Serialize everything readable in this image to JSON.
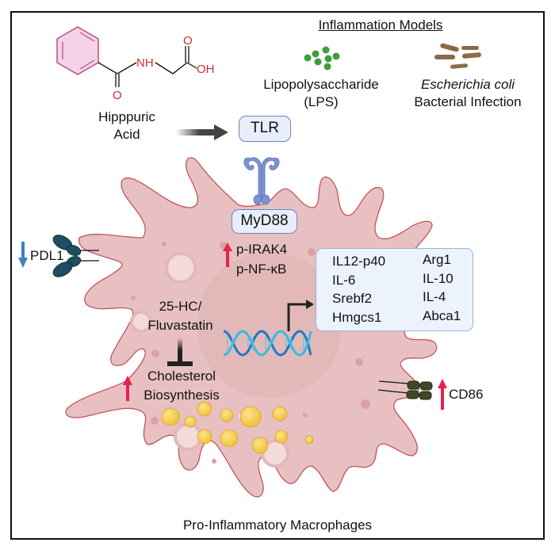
{
  "figure": {
    "title_caption": "Pro-Inflammatory Macrophages",
    "compound": {
      "name_line1": "Hipppuric",
      "name_line2": "Acid",
      "atoms": {
        "nh": "NH",
        "o_carbonyl": "O",
        "o_acid": "O",
        "oh": "OH"
      }
    },
    "inflammation_models": {
      "heading": "Inflammation Models",
      "lps": {
        "line1": "Lipopolysaccharide",
        "line2": "(LPS)"
      },
      "ecoli": {
        "line1": "Escherichia coli",
        "line2": "Bacterial Infection"
      }
    },
    "receptor": {
      "tlr_label": "TLR",
      "adaptor_label": "MyD88"
    },
    "signaling": {
      "direction": "up",
      "items": [
        "p-IRAK4",
        "p-NF-κB"
      ]
    },
    "surface_markers": {
      "pdl1": {
        "label": "PDL1",
        "direction": "down"
      },
      "cd86": {
        "label": "CD86",
        "direction": "up"
      }
    },
    "inhibitor": {
      "line1": "25-HC/",
      "line2": "Fluvastatin"
    },
    "cholesterol": {
      "direction": "up",
      "line1": "Cholesterol",
      "line2": "Biosynthesis"
    },
    "gene_expression": {
      "upregulated": [
        "IL12-p40",
        "IL-6",
        "Srebf2",
        "Hmgcs1"
      ],
      "downregulated": [
        "Arg1",
        "IL-10",
        "IL-4",
        "Abca1"
      ]
    },
    "colors": {
      "up_arrow": "#e8224a",
      "down_arrow": "#3a82c6",
      "cell_fill": "#e8c0c2",
      "cell_stroke": "#c0555c",
      "lipid_droplet": "#f2c441",
      "lps_particles": "#3d9e3d",
      "bacteria": "#8a6a48",
      "tlr_receptor": "#7b93d0",
      "pdl1_protein": "#1f4e62",
      "cd86_protein": "#3f4a22",
      "dna": "#2ba8d8",
      "benzene": "#b9507f"
    }
  }
}
